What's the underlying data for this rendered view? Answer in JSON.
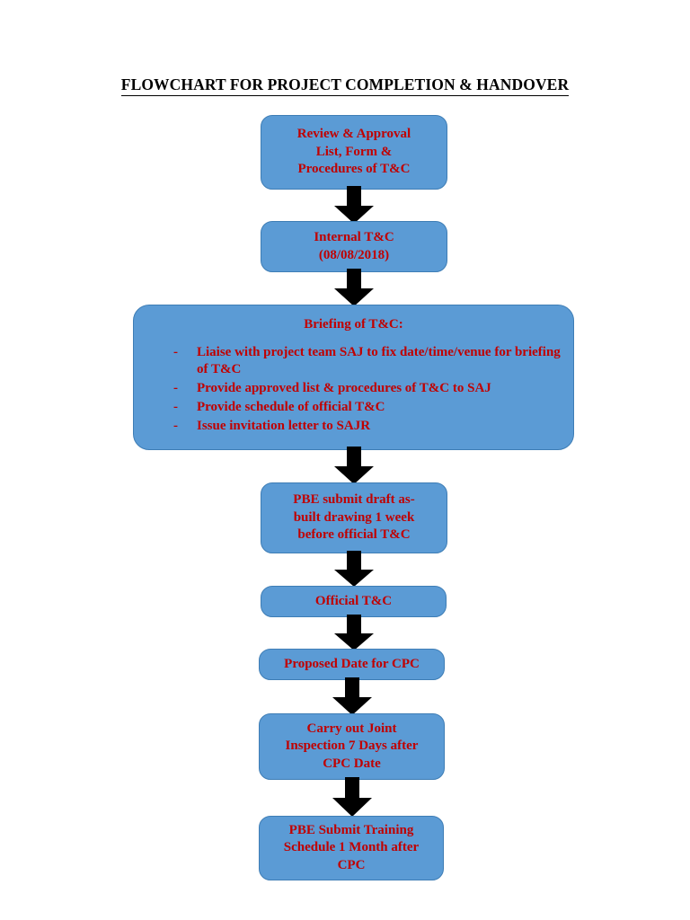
{
  "document": {
    "title": "FLOWCHART FOR PROJECT COMPLETION & HANDOVER",
    "background_color": "#FFFFFF"
  },
  "theme": {
    "node_fill": "#5B9BD5",
    "node_border": "#3E7DB5",
    "node_text": "#C00000",
    "arrow_color": "#000000",
    "title_text": "#000000"
  },
  "chart_data": {
    "type": "diagram",
    "diagram_kind": "flowchart",
    "orientation": "top-to-bottom",
    "title": "FLOWCHART FOR PROJECT COMPLETION & HANDOVER",
    "node_count": 9,
    "connector_count": 8,
    "nodes": [
      {
        "id": "n1",
        "shape": "rounded-rectangle",
        "lines": [
          "Review & Approval",
          "List, Form &",
          "Procedures of T&C"
        ],
        "text": "Review & Approval List, Form & Procedures of T&C"
      },
      {
        "id": "n2",
        "shape": "rounded-rectangle",
        "lines": [
          "Internal T&C",
          "(08/08/2018)"
        ],
        "text": "Internal T&C (08/08/2018)"
      },
      {
        "id": "n3",
        "shape": "rounded-rectangle",
        "heading": "Briefing of T&C:",
        "bullet_marker": "-",
        "bullets": [
          "Liaise with project team SAJ to fix date/time/venue for briefing of T&C",
          "Provide approved list & procedures of T&C to SAJ",
          "Provide schedule of official T&C",
          "Issue invitation letter to SAJR"
        ],
        "text": "Briefing of T&C: Liaise with project team SAJ to fix date/time/venue for briefing of T&C; Provide approved list & procedures of T&C to SAJ; Provide schedule of official T&C; Issue invitation letter to SAJR"
      },
      {
        "id": "n4",
        "shape": "rounded-rectangle",
        "lines": [
          "PBE submit draft as-",
          "built drawing 1 week",
          "before official T&C"
        ],
        "text": "PBE submit draft as-built drawing 1 week before official T&C"
      },
      {
        "id": "n5",
        "shape": "rounded-rectangle",
        "lines": [
          "Official T&C"
        ],
        "text": "Official T&C"
      },
      {
        "id": "n6",
        "shape": "rounded-rectangle",
        "lines": [
          "Proposed Date for CPC"
        ],
        "text": "Proposed Date for CPC"
      },
      {
        "id": "n7",
        "shape": "rounded-rectangle",
        "lines": [
          "Carry out Joint",
          "Inspection 7 Days after",
          "CPC Date"
        ],
        "text": "Carry out Joint Inspection 7 Days after CPC Date"
      },
      {
        "id": "n8",
        "shape": "rounded-rectangle",
        "lines": [
          "PBE Submit Training",
          "Schedule 1 Month after",
          "CPC"
        ],
        "text": "PBE Submit Training Schedule 1 Month after CPC"
      }
    ],
    "edges": [
      {
        "from": "n1",
        "to": "n2",
        "style": "block-arrow-down"
      },
      {
        "from": "n2",
        "to": "n3",
        "style": "block-arrow-down"
      },
      {
        "from": "n3",
        "to": "n4",
        "style": "block-arrow-down"
      },
      {
        "from": "n4",
        "to": "n5",
        "style": "block-arrow-down"
      },
      {
        "from": "n5",
        "to": "n6",
        "style": "block-arrow-down"
      },
      {
        "from": "n6",
        "to": "n7",
        "style": "block-arrow-down"
      },
      {
        "from": "n7",
        "to": "n8",
        "style": "block-arrow-down"
      }
    ]
  }
}
